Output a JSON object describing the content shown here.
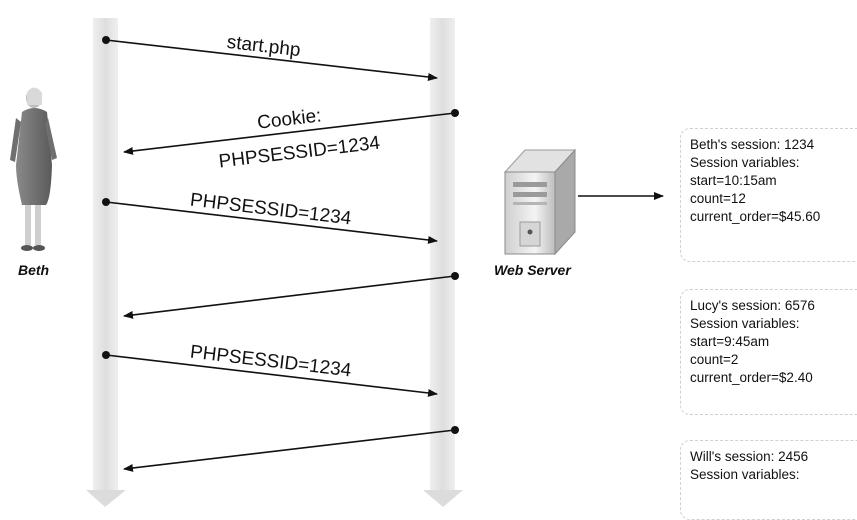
{
  "actors": {
    "client": {
      "name": "Beth"
    },
    "server": {
      "name": "Web Server"
    }
  },
  "messages": [
    {
      "direction": "request",
      "label_lines": [
        "start.php"
      ]
    },
    {
      "direction": "response",
      "label_lines": [
        "Cookie:",
        "PHPSESSID=1234"
      ]
    },
    {
      "direction": "request",
      "label_lines": [
        "PHPSESSID=1234"
      ]
    },
    {
      "direction": "response",
      "label_lines": []
    },
    {
      "direction": "request",
      "label_lines": [
        "PHPSESSID=1234"
      ]
    },
    {
      "direction": "response",
      "label_lines": []
    }
  ],
  "sessions": [
    {
      "lines": [
        "Beth's session: 1234",
        "Session variables:",
        "start=10:15am",
        "count=12",
        "current_order=$45.60"
      ]
    },
    {
      "lines": [
        "Lucy's session: 6576",
        "Session variables:",
        "start=9:45am",
        "count=2",
        "current_order=$2.40"
      ]
    },
    {
      "lines": [
        "Will's session: 2456",
        "Session variables:"
      ]
    }
  ],
  "colors": {
    "lifeline": "#e4e4e4",
    "arrow": "#111111",
    "card_border": "#d0d0d0"
  },
  "icons": {
    "client": "person-icon",
    "server": "server-tower-icon"
  }
}
